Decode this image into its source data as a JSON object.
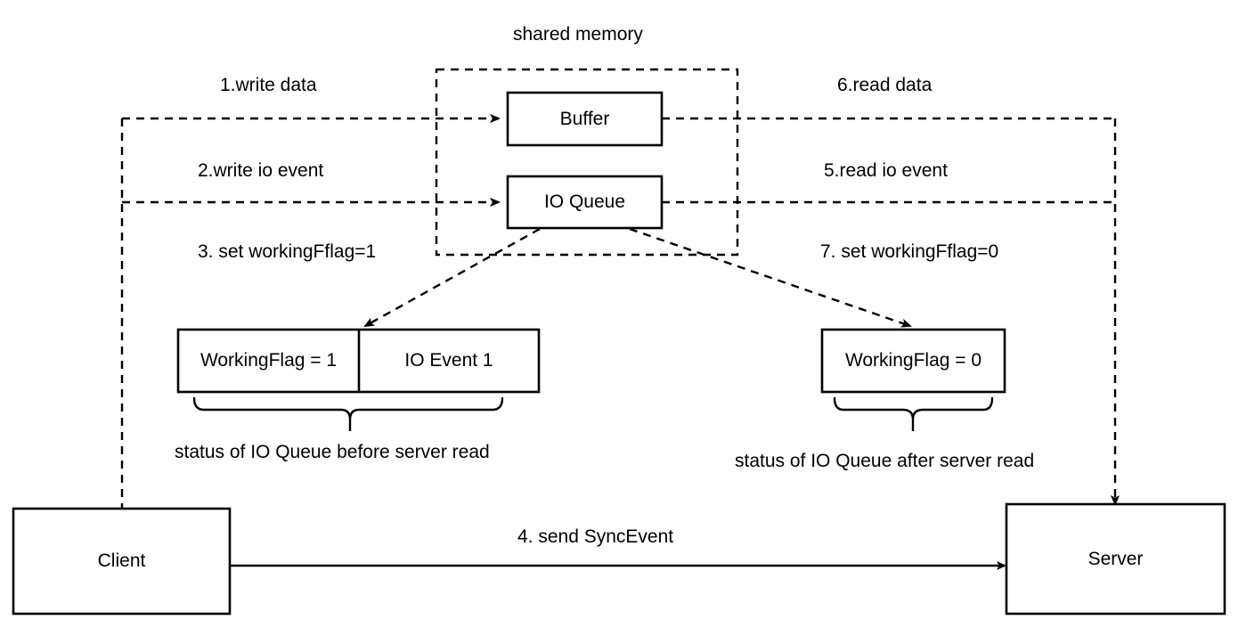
{
  "diagram": {
    "title": "shared memory",
    "containers": {
      "shared_memory": {
        "label": "shared memory"
      }
    },
    "nodes": {
      "buffer": {
        "label": "Buffer"
      },
      "io_queue": {
        "label": "IO Queue"
      },
      "client": {
        "label": "Client"
      },
      "server": {
        "label": "Server"
      },
      "working_flag_left": {
        "label": "WorkingFlag = 1"
      },
      "io_event_left": {
        "label": "IO Event 1"
      },
      "working_flag_right": {
        "label": "WorkingFlag = 0"
      }
    },
    "edge_labels": {
      "step1": "1.write data",
      "step2": "2.write io event",
      "step3": "3. set workingFflag=1",
      "step4": "4. send SyncEvent",
      "step5": "5.read io event",
      "step6": "6.read data",
      "step7": "7. set workingFflag=0"
    },
    "annotations": {
      "brace_left": "status of IO Queue before server read",
      "brace_right": "status of IO Queue after server read"
    },
    "colors": {
      "stroke": "#000000",
      "background": "#ffffff"
    }
  }
}
